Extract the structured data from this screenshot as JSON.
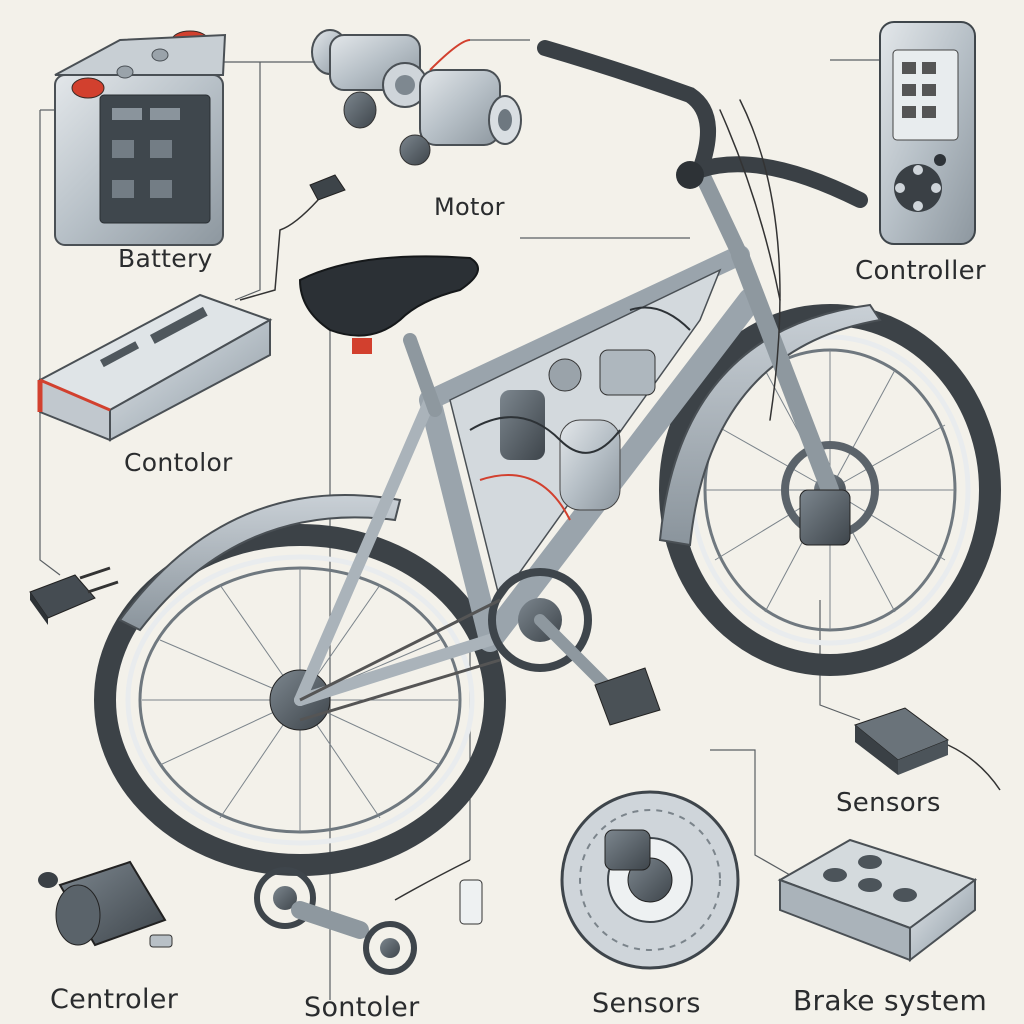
{
  "labels": {
    "battery": "Battery",
    "motor": "Motor",
    "controller": "Controller",
    "contolor": "Contolor",
    "sensors_right": "Sensors",
    "centroler": "Centroler",
    "sontoler": "Sontoler",
    "sensors_bottom": "Sensors",
    "brake_system": "Brake system"
  },
  "colors": {
    "background": "#f3f1ea",
    "ink": "#2a2c2e",
    "frame": "#b9c1c8",
    "tire": "#3c4247",
    "accent_red": "#d2402e",
    "seat": "#2b3035"
  }
}
